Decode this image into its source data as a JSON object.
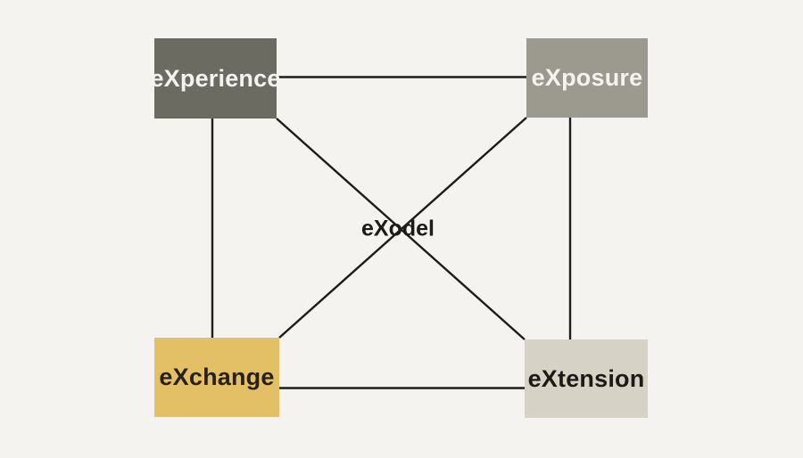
{
  "colors": {
    "background": "#f5f3ef",
    "line": "#1c1c1c",
    "center_label_text": "#1d1a18"
  },
  "diagram": {
    "center_label": "eXodel",
    "nodes": {
      "experience": {
        "label": "eXperience",
        "bg": "#6c6b61",
        "text": "#f4f3ef"
      },
      "exposure": {
        "label": "eXposure",
        "bg": "#9c998f",
        "text": "#f4f3ef"
      },
      "exchange": {
        "label": "eXchange",
        "bg": "#e3c065",
        "text": "#26211b"
      },
      "extension": {
        "label": "eXtension",
        "bg": "#d6d2c6",
        "text": "#1d1a16"
      }
    },
    "edges": [
      {
        "from": "experience",
        "to": "exposure"
      },
      {
        "from": "experience",
        "to": "exchange"
      },
      {
        "from": "exposure",
        "to": "extension"
      },
      {
        "from": "exchange",
        "to": "extension"
      },
      {
        "from": "experience",
        "to": "extension"
      },
      {
        "from": "exposure",
        "to": "exchange"
      }
    ]
  }
}
